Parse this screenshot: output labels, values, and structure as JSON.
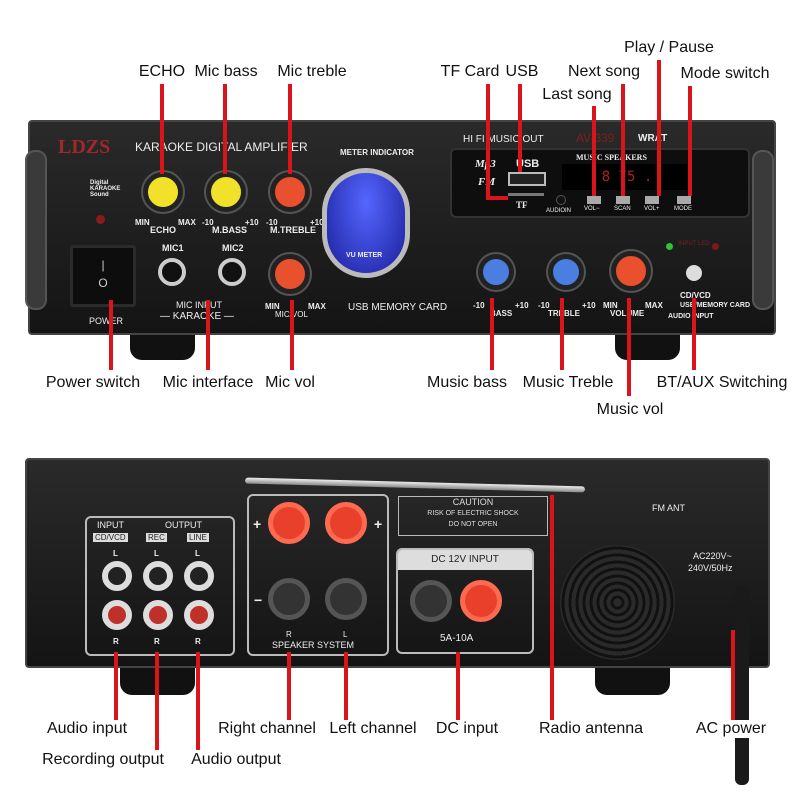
{
  "callouts_top": {
    "echo": "ECHO",
    "mic_bass": "Mic bass",
    "mic_treble": "Mic treble",
    "tf_card": "TF Card",
    "usb": "USB",
    "next_song": "Next song",
    "last_song": "Last song",
    "play_pause": "Play / Pause",
    "mode_switch": "Mode switch"
  },
  "callouts_front_bottom": {
    "power_switch": "Power switch",
    "mic_interface": "Mic interface",
    "mic_vol": "Mic vol",
    "music_bass": "Music bass",
    "music_treble": "Music Treble",
    "bt_aux": "BT/AUX Switching",
    "music_vol": "Music vol"
  },
  "callouts_back": {
    "audio_input": "Audio input",
    "recording_output": "Recording output",
    "audio_output": "Audio output",
    "right_channel": "Right channel",
    "left_channel": "Left channel",
    "dc_input": "DC input",
    "radio_antenna": "Radio antenna",
    "ac_power": "AC power"
  },
  "front": {
    "brand": "LDZS",
    "title": "KARAOKE DIGITAL AMPLIFIER",
    "dsp": "Digital KARAOKE Sound",
    "echo": "ECHO",
    "mbass": "M.BASS",
    "mtreble": "M.TREBLE",
    "min": "MIN",
    "max": "MAX",
    "m10": "-10",
    "p10": "+10",
    "meter_indicator": "METER INDICATOR",
    "vu_meter": "VU METER",
    "mic1": "MIC1",
    "mic2": "MIC2",
    "mic_input": "MIC INPUT",
    "karaoke": "— KARAOKE —",
    "micvol": "MIC/VOL",
    "power": "POWER",
    "usb_memory": "USB MEMORY CARD",
    "hifi": "HI FI MUSIC OUT",
    "model": "AV-339",
    "wrat": "WRAT",
    "music_speakers": "MUSIC SPEAKERS",
    "mp3": "Mp3",
    "fm": "FM",
    "usb": "USB",
    "tf": "TF",
    "display": "8 75 .",
    "audioin": "AUDIOIN",
    "btn_volm": "VOL−",
    "btn_scan": "SCAN",
    "btn_volp": "VOL+",
    "btn_mode": "MODE",
    "bass": "BASS",
    "treble": "TREBLE",
    "volume": "VOLUME",
    "input_led": "INPUT LED",
    "cdvcd": "CD/VCD",
    "usb_mem": "USB/MEMORY CARD",
    "audio_input": "AUDIO INPUT"
  },
  "back": {
    "input": "INPUT",
    "output": "OUTPUT",
    "cdvcd": "CD/VCD",
    "rec": "REC",
    "line": "LINE",
    "L": "L",
    "R": "R",
    "plus": "+",
    "minus": "−",
    "caution": "CAUTION",
    "risk": "RISK OF ELECTRIC SHOCK",
    "donot": "DO NOT OPEN",
    "dc12": "DC 12V INPUT",
    "amps": "5A-10A",
    "speaker_system": "SPEAKER SYSTEM",
    "fm_ant": "FM ANT",
    "ac": "AC220V~",
    "ac2": "240V/50Hz"
  }
}
